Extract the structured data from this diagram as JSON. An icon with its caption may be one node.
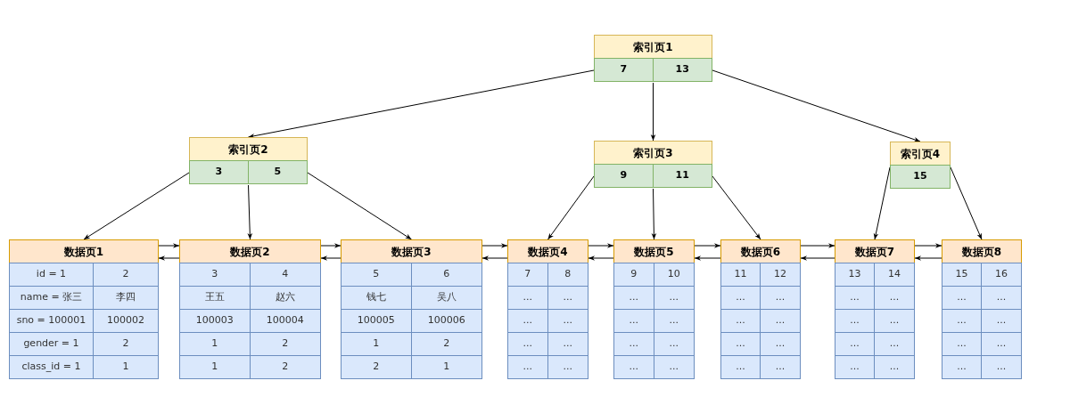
{
  "diagram": {
    "nodes": [
      {
        "text": [
          "索引页1",
          "7",
          "13"
        ]
      },
      {
        "text": [
          "索引页2",
          "3",
          "5"
        ]
      },
      {
        "text": [
          "索引页3",
          "9",
          "11"
        ]
      },
      {
        "text": [
          "索引页4",
          "15"
        ]
      },
      {
        "text": [
          "数据页1",
          "id = 1",
          "2",
          "name = 张三",
          "李四",
          "sno = 100001",
          "100002",
          "gender = 1",
          "2",
          "class_id = 1",
          "1"
        ]
      },
      {
        "text": [
          "数据页2",
          "3",
          "4",
          "王五",
          "赵六",
          "100003",
          "100004",
          "1",
          "2",
          "1",
          "2"
        ]
      },
      {
        "text": [
          "数据页3",
          "5",
          "6",
          "钱七",
          "吴八",
          "100005",
          "100006",
          "1",
          "2",
          "2",
          "1"
        ]
      },
      {
        "text": [
          "数据页4",
          "7",
          "8",
          "...",
          "...",
          "...",
          "...",
          "...",
          "...",
          "...",
          "..."
        ]
      },
      {
        "text": [
          "数据页5",
          "9",
          "10",
          "...",
          "...",
          "...",
          "...",
          "...",
          "...",
          "...",
          "..."
        ]
      },
      {
        "text": [
          "数据页6",
          "11",
          "12",
          "...",
          "...",
          "...",
          "...",
          "...",
          "...",
          "...",
          "..."
        ]
      },
      {
        "text": [
          "数据页7",
          "13",
          "14",
          "...",
          "...",
          "...",
          "...",
          "...",
          "...",
          "...",
          "..."
        ]
      },
      {
        "text": [
          "数据页8",
          "15",
          "16",
          "...",
          "...",
          "...",
          "...",
          "...",
          "...",
          "...",
          "..."
        ]
      }
    ],
    "edges": [
      {
        "from": 0,
        "to": 1,
        "arrow": "to"
      },
      {
        "from": 0,
        "to": 2,
        "arrow": "to"
      },
      {
        "from": 0,
        "to": 3,
        "arrow": "to"
      },
      {
        "from": 1,
        "to": 4,
        "arrow": "to"
      },
      {
        "from": 1,
        "to": 5,
        "arrow": "to"
      },
      {
        "from": 1,
        "to": 6,
        "arrow": "to"
      },
      {
        "from": 2,
        "to": 7,
        "arrow": "to"
      },
      {
        "from": 2,
        "to": 8,
        "arrow": "to"
      },
      {
        "from": 2,
        "to": 9,
        "arrow": "to"
      },
      {
        "from": 3,
        "to": 10,
        "arrow": "to"
      },
      {
        "from": 3,
        "to": 11,
        "arrow": "to"
      },
      {
        "from": 4,
        "to": 5,
        "arrow": "to"
      },
      {
        "from": 5,
        "to": 4,
        "arrow": "to"
      },
      {
        "from": 5,
        "to": 6,
        "arrow": "to"
      },
      {
        "from": 6,
        "to": 5,
        "arrow": "to"
      },
      {
        "from": 6,
        "to": 7,
        "arrow": "to"
      },
      {
        "from": 7,
        "to": 6,
        "arrow": "to"
      },
      {
        "from": 7,
        "to": 8,
        "arrow": "to"
      },
      {
        "from": 8,
        "to": 7,
        "arrow": "to"
      },
      {
        "from": 8,
        "to": 9,
        "arrow": "to"
      },
      {
        "from": 9,
        "to": 8,
        "arrow": "to"
      },
      {
        "from": 9,
        "to": 10,
        "arrow": "to"
      },
      {
        "from": 10,
        "to": 9,
        "arrow": "to"
      },
      {
        "from": 10,
        "to": 11,
        "arrow": "to"
      },
      {
        "from": 11,
        "to": 10,
        "arrow": "to"
      }
    ]
  }
}
